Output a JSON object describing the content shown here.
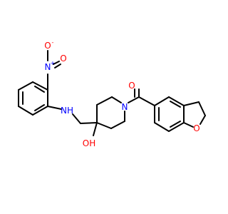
{
  "molecule": {
    "atom_labels": {
      "nitro_o_minus": "O",
      "nitro_o_minus_charge": "-",
      "nitro_n": "N",
      "nitro_n_charge": "+",
      "nitro_o_double": "O",
      "amine": "NH",
      "hydroxyl": "OH",
      "piperidine_n": "N",
      "carbonyl_o": "O",
      "furan_o": "O"
    },
    "colors": {
      "bond": "#000000",
      "oxygen": "#ff0000",
      "nitrogen": "#0000ff"
    }
  }
}
